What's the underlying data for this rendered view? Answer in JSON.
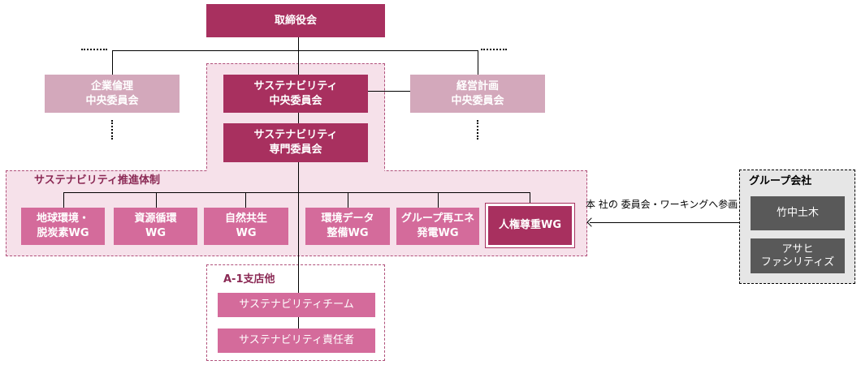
{
  "board": "取締役会",
  "ethics_committee": "企業倫理\n中央委員会",
  "management_committee": "経営計画\n中央委員会",
  "sustainability_central": "サステナビリティ\n中央委員会",
  "sustainability_expert": "サステナビリティ\n専門委員会",
  "promotion": {
    "label": "サステナビリティ推進体制",
    "working_groups": [
      "地球環境・\n脱炭素WG",
      "資源循環\nWG",
      "自然共生\nWG",
      "環境データ\n整備WG",
      "グループ再エネ\n発電WG",
      "人権尊重WG"
    ]
  },
  "branch": {
    "label": "A-1支店他",
    "items": [
      "サステナビリティチーム",
      "サステナビリティ責任者"
    ]
  },
  "group": {
    "label": "グループ会社",
    "companies": [
      "竹中土木",
      "アサヒ\nファシリティズ"
    ],
    "arrow_label": "本 社の 委員会・ワーキングへ参画"
  },
  "colors": {
    "dark": "#a8305f",
    "light": "#d3a8bb",
    "wg": "#d46b9b",
    "gray": "#595959",
    "region": "#f6e1ea"
  }
}
